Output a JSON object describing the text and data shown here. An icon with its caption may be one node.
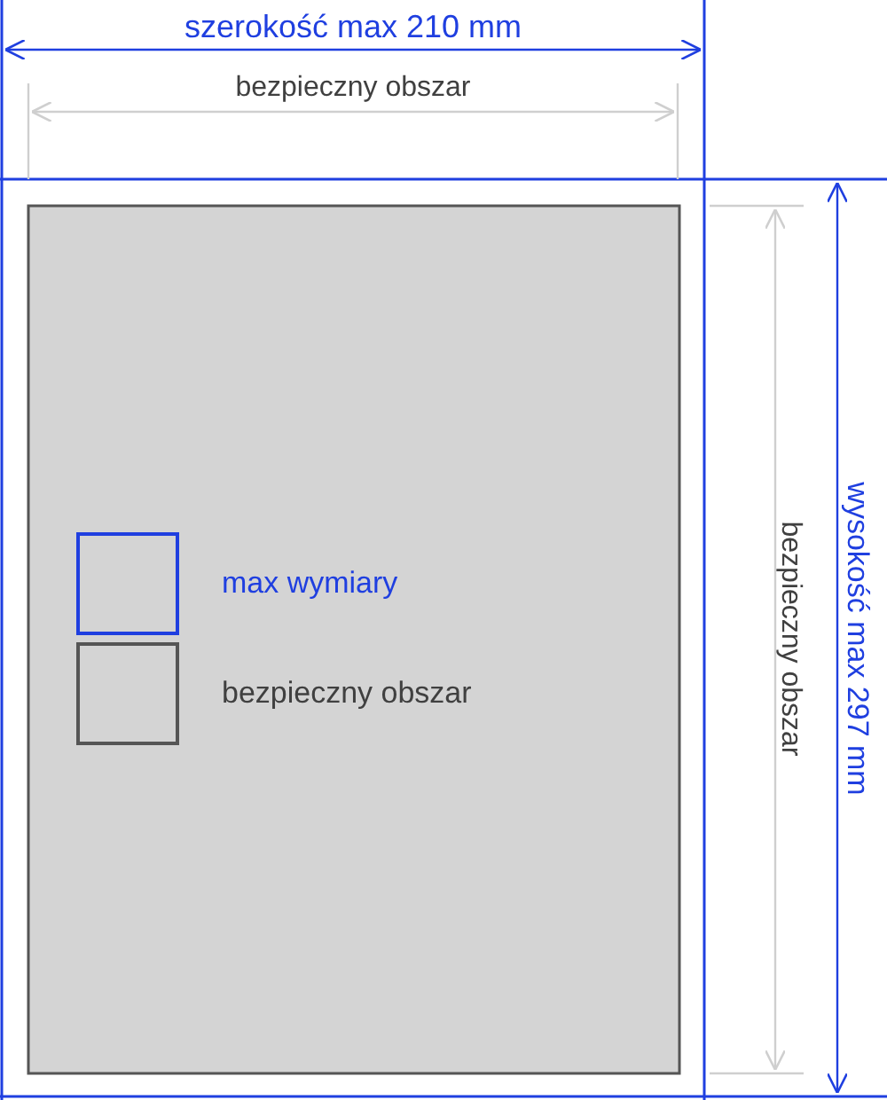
{
  "diagram": {
    "labels": [
      "szerokość max 210 mm",
      "bezpieczny obszar",
      "bezpieczny obszar",
      "wysokość max 297 mm"
    ],
    "legend": [
      {
        "text": "max wymiary"
      },
      {
        "text": "bezpieczny obszar"
      }
    ]
  }
}
